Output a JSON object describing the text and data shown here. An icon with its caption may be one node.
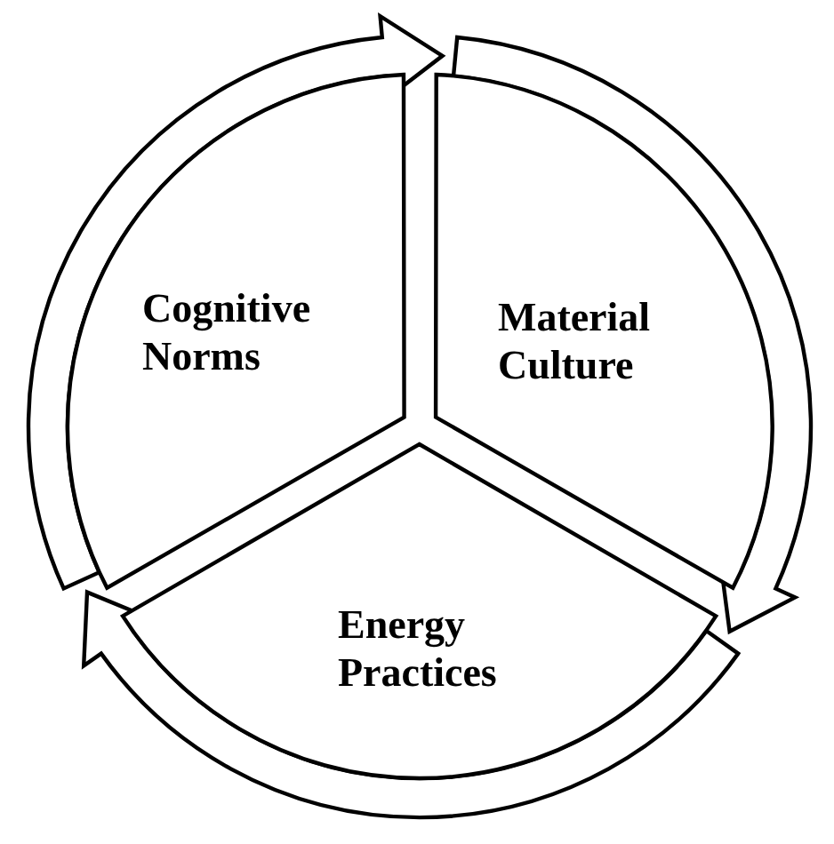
{
  "diagram": {
    "nodes": [
      {
        "text": [
          "Cognitive Norms"
        ]
      },
      {
        "text": [
          "Material Culture"
        ]
      },
      {
        "text": [
          "Energy Practices"
        ]
      }
    ],
    "edges": [
      {
        "from": 0,
        "to": 1,
        "arrow": "to"
      },
      {
        "from": 1,
        "to": 2,
        "arrow": "to"
      },
      {
        "from": 2,
        "to": 0,
        "arrow": "to"
      }
    ]
  }
}
